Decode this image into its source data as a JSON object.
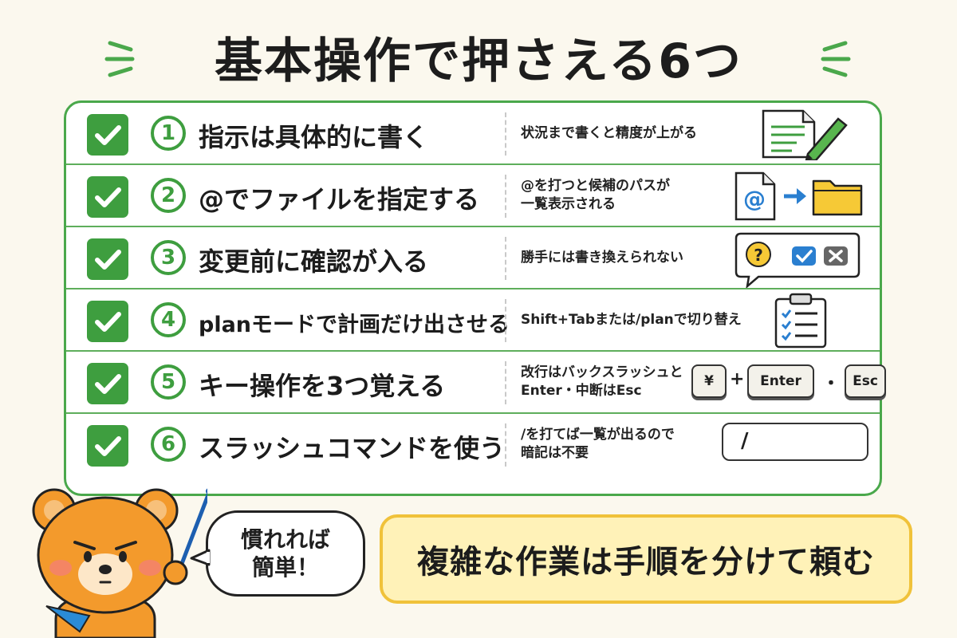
{
  "title": "基本操作で押さえる6つ",
  "items": [
    {
      "num": "1",
      "title": "指示は具体的に書く",
      "desc": [
        "状況まで書くと精度が上がる"
      ]
    },
    {
      "num": "2",
      "title": "@でファイルを指定する",
      "desc": [
        "@を打つと候補のパスが",
        "一覧表示される"
      ]
    },
    {
      "num": "3",
      "title": "変更前に確認が入る",
      "desc": [
        "勝手には書き換えられない"
      ]
    },
    {
      "num": "4",
      "title": "planモードで計画だけ出させる",
      "desc": [
        "Shift+Tabまたは/planで切り替え"
      ]
    },
    {
      "num": "5",
      "title": "キー操作を3つ覚える",
      "desc": [
        "改行はバックスラッシュと",
        "Enter・中断はEsc"
      ]
    },
    {
      "num": "6",
      "title": "スラッシュコマンドを使う",
      "desc": [
        "/を打てば一覧が出るので",
        "暗記は不要"
      ]
    }
  ],
  "icons": {
    "row1": "document-pencil-icon",
    "row2": [
      "at-file-icon",
      "arrow-right-icon",
      "folder-icon"
    ],
    "row3": [
      "question-icon",
      "approve-icon",
      "reject-icon"
    ],
    "row4": "checklist-clipboard-icon"
  },
  "keys": {
    "yen": "¥",
    "enter": "Enter",
    "esc": "Esc",
    "plus": "+",
    "dot": "・"
  },
  "slash_input": "/",
  "bubble": [
    "慣れれば",
    "簡単！"
  ],
  "banner": "複雑な作業は手順を分けて頼む",
  "colors": {
    "green": "#3e9e3f",
    "banner_bg": "#fff2b8",
    "banner_border": "#f0c23a",
    "bear": "#f39a2c"
  }
}
